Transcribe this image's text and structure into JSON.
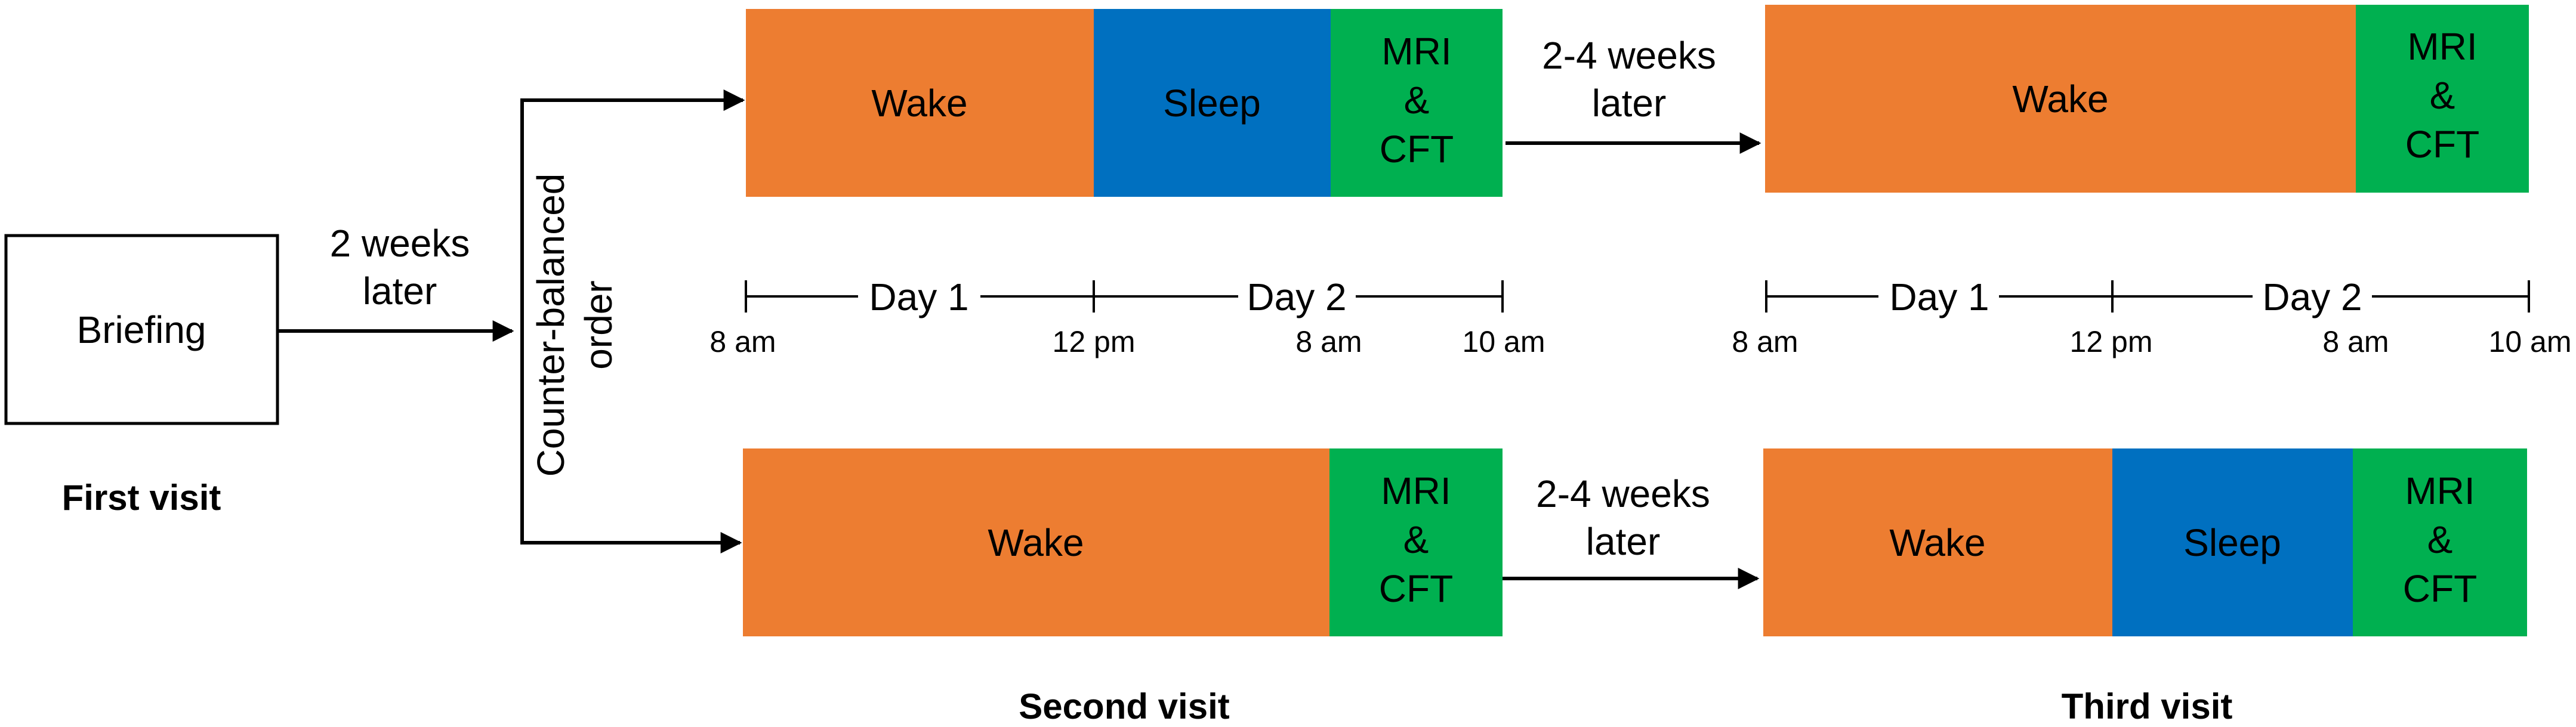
{
  "first_visit": {
    "box_label": "Briefing",
    "caption": "First visit",
    "arrow_label_1": "2 weeks",
    "arrow_label_2": "later"
  },
  "branch_label": [
    "Counter-balanced",
    "order"
  ],
  "gap_label": [
    "2-4 weeks",
    "later"
  ],
  "top_row": {
    "second_visit": [
      {
        "label": [
          "Wake"
        ],
        "kind": "wake"
      },
      {
        "label": [
          "Sleep"
        ],
        "kind": "sleep"
      },
      {
        "label": [
          "MRI",
          "&",
          "CFT"
        ],
        "kind": "mri"
      }
    ],
    "third_visit": [
      {
        "label": [
          "Wake"
        ],
        "kind": "wake"
      },
      {
        "label": [
          "MRI",
          "&",
          "CFT"
        ],
        "kind": "mri"
      }
    ]
  },
  "bottom_row": {
    "second_visit": [
      {
        "label": [
          "Wake"
        ],
        "kind": "wake"
      },
      {
        "label": [
          "MRI",
          "&",
          "CFT"
        ],
        "kind": "mri"
      }
    ],
    "third_visit": [
      {
        "label": [
          "Wake"
        ],
        "kind": "wake"
      },
      {
        "label": [
          "Sleep"
        ],
        "kind": "sleep"
      },
      {
        "label": [
          "MRI",
          "&",
          "CFT"
        ],
        "kind": "mri"
      }
    ]
  },
  "timeline": {
    "days": [
      "Day 1",
      "Day 2"
    ],
    "ticks": [
      "8 am",
      "12 pm",
      "8 am",
      "10 am"
    ]
  },
  "captions": {
    "second_visit": "Second visit",
    "third_visit": "Third visit"
  },
  "colors": {
    "wake": "#ED7D31",
    "sleep": "#0070C0",
    "mri": "#00B050",
    "line": "#000000"
  }
}
